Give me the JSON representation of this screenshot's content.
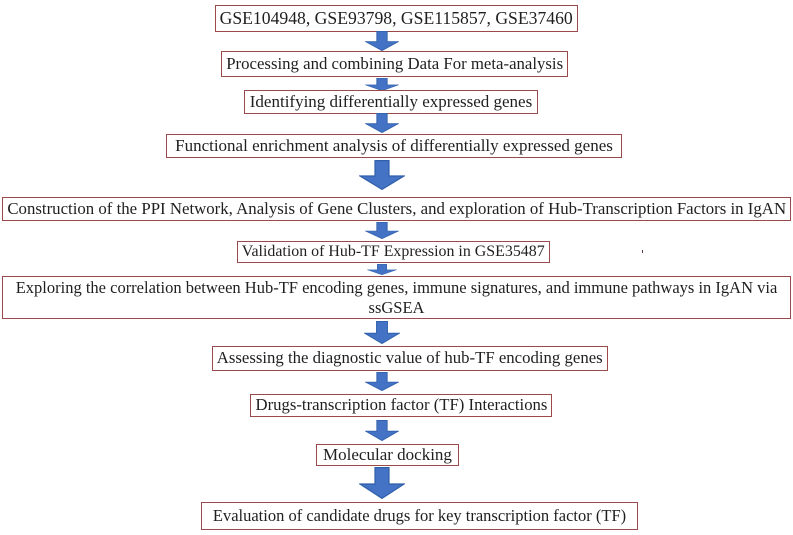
{
  "figure": {
    "type": "flowchart",
    "colors": {
      "canvas_bg": "#ffffff",
      "box_border": "#9a4a4a",
      "arrow_fill": "#4472c4",
      "arrow_edge": "#3060aa",
      "text": "#1f1f1f"
    },
    "steps": [
      {
        "label": "GSE104948, GSE93798, GSE115857, GSE37460"
      },
      {
        "label": "Processing and combining Data For meta-analysis"
      },
      {
        "label": "Identifying differentially expressed genes"
      },
      {
        "label": "Functional enrichment analysis of differentially expressed genes"
      },
      {
        "label": "Construction of the PPI Network, Analysis of Gene Clusters, and exploration of Hub-Transcription Factors in IgAN"
      },
      {
        "label": "Validation of Hub-TF Expression in GSE35487"
      },
      {
        "label": "Exploring the correlation between Hub-TF encoding genes, immune signatures, and immune pathways in IgAN via",
        "label2": "ssGSEA"
      },
      {
        "label": "Assessing the diagnostic value of hub-TF encoding genes"
      },
      {
        "label": "Drugs-transcription factor (TF) Interactions"
      },
      {
        "label": "Molecular docking"
      },
      {
        "label": "Evaluation of candidate drugs for key transcription factor (TF)"
      }
    ],
    "stray_mark": "'"
  }
}
